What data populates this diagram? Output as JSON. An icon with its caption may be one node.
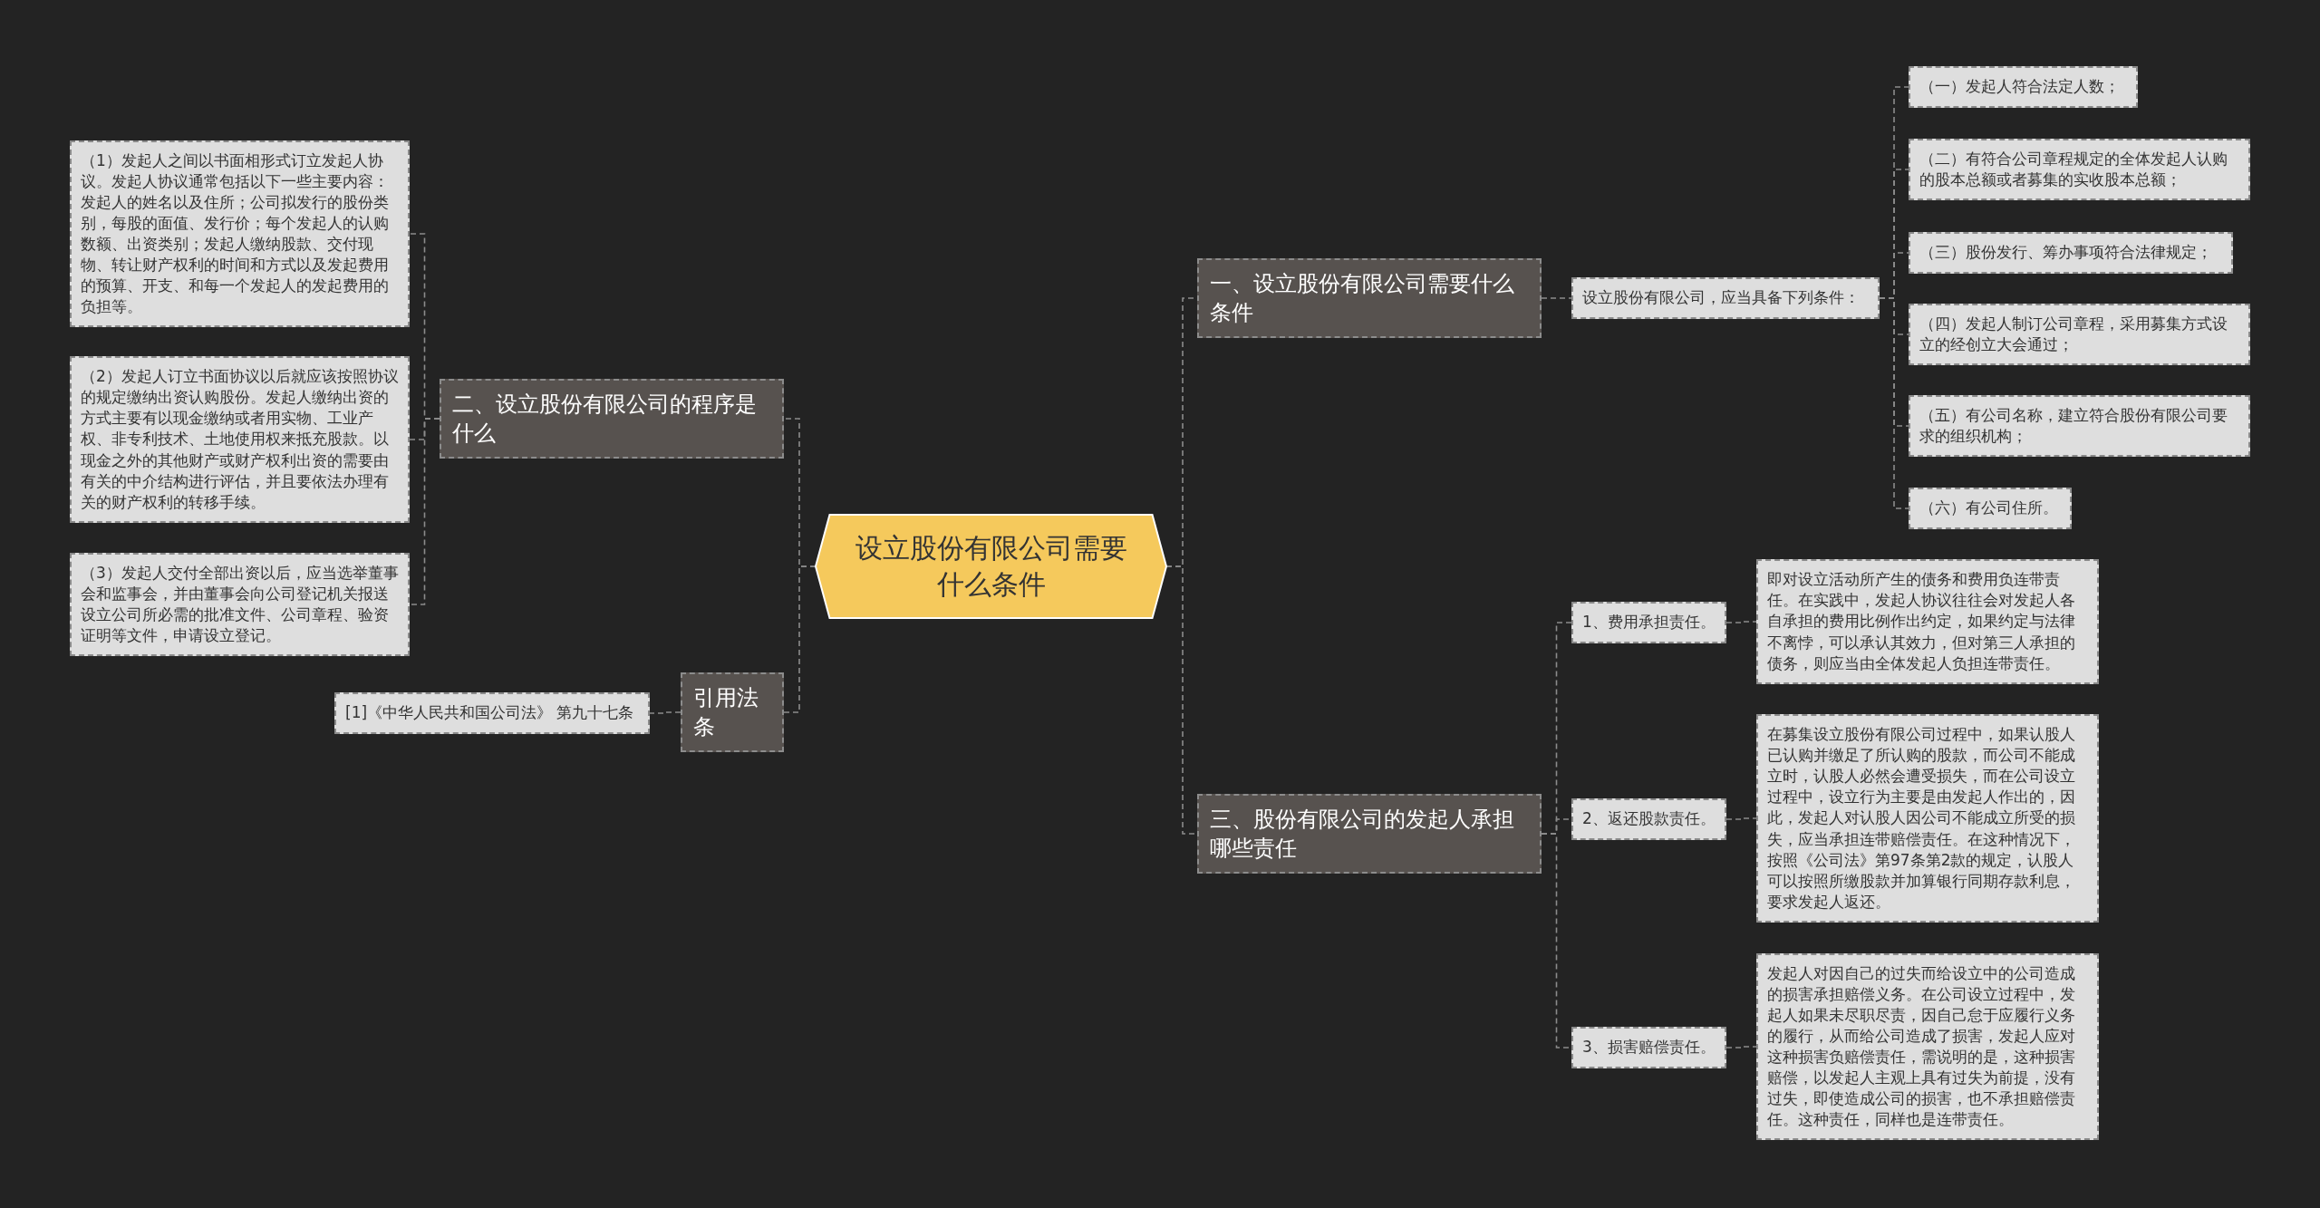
{
  "diagram": {
    "nodes": [
      {
        "text": [
          "设立股份有限公司需要什么条件"
        ]
      },
      {
        "text": [
          "一、设立股份有限公司需要什么条件"
        ]
      },
      {
        "text": [
          "设立股份有限公司，应当具备下列条件："
        ]
      },
      {
        "text": [
          "（一）发起人符合法定人数；"
        ]
      },
      {
        "text": [
          "（二）有符合公司章程规定的全体发起人认购的股本总额或者募集的实收股本总额；"
        ]
      },
      {
        "text": [
          "（三）股份发行、筹办事项符合法律规定；"
        ]
      },
      {
        "text": [
          "（四）发起人制订公司章程，采用募集方式设立的经创立大会通过；"
        ]
      },
      {
        "text": [
          "（五）有公司名称，建立符合股份有限公司要求的组织机构；"
        ]
      },
      {
        "text": [
          "（六）有公司住所。"
        ]
      },
      {
        "text": [
          "三、股份有限公司的发起人承担哪些责任"
        ]
      },
      {
        "text": [
          "1、费用承担责任。"
        ]
      },
      {
        "text": [
          "即对设立活动所产生的债务和费用负连带责任。在实践中，发起人协议往往会对发起人各自承担的费用比例作出约定，如果约定与法律不离悖，可以承认其效力，但对第三人承担的债务，则应当由全体发起人负担连带责任。"
        ]
      },
      {
        "text": [
          "2、返还股款责任。"
        ]
      },
      {
        "text": [
          "在募集设立股份有限公司过程中，如果认股人已认购并缴足了所认购的股款，而公司不能成立时，认股人必然会遭受损失，而在公司设立过程中，设立行为主要是由发起人作出的，因此，发起人对认股人因公司不能成立所受的损失，应当承担连带赔偿责任。在这种情况下，按照《公司法》第97条第2款的规定，认股人可以按照所缴股款并加算银行同期存款利息，要求发起人返还。"
        ]
      },
      {
        "text": [
          "3、损害赔偿责任。"
        ]
      },
      {
        "text": [
          "发起人对因自己的过失而给设立中的公司造成的损害承担赔偿义务。在公司设立过程中，发起人如果未尽职尽责，因自己怠于应履行义务的履行，从而给公司造成了损害，发起人应对这种损害负赔偿责任，需说明的是，这种损害赔偿，以发起人主观上具有过失为前提，没有过失，即使造成公司的损害，也不承担赔偿责任。这种责任，同样也是连带责任。"
        ]
      },
      {
        "text": [
          "二、设立股份有限公司的程序是什么"
        ]
      },
      {
        "text": [
          "（1）发起人之间以书面相形式订立发起人协议。发起人协议通常包括以下一些主要内容：发起人的姓名以及住所；公司拟发行的股份类别，每股的面值、发行价；每个发起人的认购数额、出资类别；发起人缴纳股款、交付现物、转让财产权利的时间和方式以及发起费用的预算、开支、和每一个发起人的发起费用的负担等。"
        ]
      },
      {
        "text": [
          "（2）发起人订立书面协议以后就应该按照协议的规定缴纳出资认购股份。发起人缴纳出资的方式主要有以现金缴纳或者用实物、工业产权、非专利技术、土地使用权来抵充股款。以现金之外的其他财产或财产权利出资的需要由有关的中介结构进行评估，并且要依法办理有关的财产权利的转移手续。"
        ]
      },
      {
        "text": [
          "（3）发起人交付全部出资以后，应当选举董事会和监事会，并由董事会向公司登记机关报送设立公司所必需的批准文件、公司章程、验资证明等文件，申请设立登记。"
        ]
      },
      {
        "text": [
          "引用法条"
        ]
      },
      {
        "text": [
          "[1]《中华人民共和国公司法》 第九十七条"
        ]
      }
    ],
    "edges": [
      {
        "from": 0,
        "to": 1,
        "arrow": "none"
      },
      {
        "from": 1,
        "to": 2,
        "arrow": "none"
      },
      {
        "from": 2,
        "to": 3,
        "arrow": "none"
      },
      {
        "from": 2,
        "to": 4,
        "arrow": "none"
      },
      {
        "from": 2,
        "to": 5,
        "arrow": "none"
      },
      {
        "from": 2,
        "to": 6,
        "arrow": "none"
      },
      {
        "from": 2,
        "to": 7,
        "arrow": "none"
      },
      {
        "from": 2,
        "to": 8,
        "arrow": "none"
      },
      {
        "from": 0,
        "to": 9,
        "arrow": "none"
      },
      {
        "from": 9,
        "to": 10,
        "arrow": "none"
      },
      {
        "from": 10,
        "to": 11,
        "arrow": "none"
      },
      {
        "from": 9,
        "to": 12,
        "arrow": "none"
      },
      {
        "from": 12,
        "to": 13,
        "arrow": "none"
      },
      {
        "from": 9,
        "to": 14,
        "arrow": "none"
      },
      {
        "from": 14,
        "to": 15,
        "arrow": "none"
      },
      {
        "from": 0,
        "to": 16,
        "arrow": "none"
      },
      {
        "from": 16,
        "to": 17,
        "arrow": "none"
      },
      {
        "from": 16,
        "to": 18,
        "arrow": "none"
      },
      {
        "from": 16,
        "to": 19,
        "arrow": "none"
      },
      {
        "from": 0,
        "to": 20,
        "arrow": "none"
      },
      {
        "from": 20,
        "to": 21,
        "arrow": "none"
      }
    ]
  }
}
